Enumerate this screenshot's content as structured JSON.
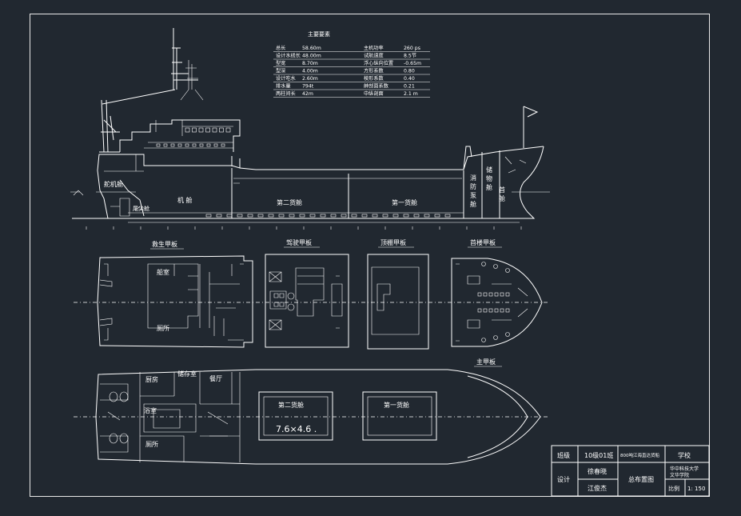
{
  "particulars": {
    "title": "主要要素",
    "rows": [
      [
        "总长",
        "58.60m",
        "主机功率",
        "260 ps"
      ],
      [
        "设计水线长",
        "48.00m",
        "试航速度",
        "8.5节"
      ],
      [
        "型宽",
        "8.70m",
        "浮心纵向位置",
        "-0.65m"
      ],
      [
        "型深",
        "4.00m",
        "方形系数",
        "0.80"
      ],
      [
        "设计吃水",
        "2.60m",
        "棱形系数",
        "0.40"
      ],
      [
        "排水量",
        "794t",
        "舯剖面系数",
        "0.21"
      ],
      [
        "两柱间长",
        "42m",
        "中纵剖面",
        "2.1 m"
      ]
    ]
  },
  "profile": {
    "labels": {
      "steering": "舵机舱",
      "aft_peak": "尾尖舱",
      "engine": "机  舱",
      "hold2": "第二货舱",
      "hold1": "第一货舱",
      "fire_pump": "消防泵舱",
      "store": "储物舱",
      "fore": "首舱"
    }
  },
  "plans": {
    "boat_deck": "救生甲板",
    "bridge_deck": "驾驶甲板",
    "top_deck": "顶棚甲板",
    "fore_deck": "首楼甲板",
    "main_deck": "主甲板"
  },
  "boat_deck_rooms": {
    "cabin": "船室",
    "toilet": "厕所"
  },
  "main_deck_rooms": {
    "galley": "厨房",
    "store": "储存室",
    "mess": "餐厅",
    "bath": "浴室",
    "toilet": "厕所",
    "hold2": "第二货舱",
    "hold1": "第一货舱",
    "hatch": "7.6×4.6 ."
  },
  "title_block": {
    "class_label": "班级",
    "class_value": "10级01班",
    "project": "800吨江海直达货船",
    "school_label": "学校",
    "design_label": "设计",
    "designer": "徐春晓",
    "checker": "江俊杰",
    "drawing_name": "总布置图",
    "school_name": "华中科技大学\n文华学院",
    "scale_label": "比例",
    "scale_value": "1:  150"
  }
}
